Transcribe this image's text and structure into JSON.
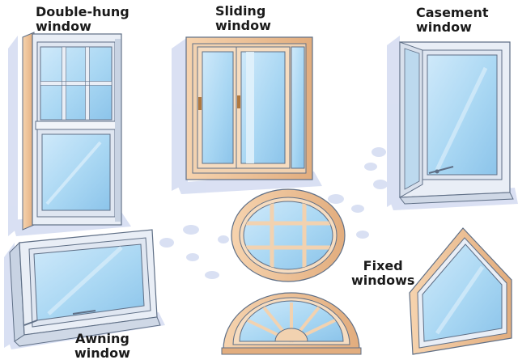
{
  "labels": {
    "double_hung": [
      "Double-hung",
      "window"
    ],
    "sliding": [
      "Sliding",
      "window"
    ],
    "casement": [
      "Casement",
      "window"
    ],
    "fixed": [
      "Fixed",
      "windows"
    ],
    "awning": [
      "Awning",
      "window"
    ]
  },
  "colors": {
    "frame_wood": "#efc49a",
    "frame_wood_dark": "#d9a374",
    "frame_vinyl": "#e9eef6",
    "frame_vinyl_dark": "#b9c6d8",
    "glass": "#a9d7f3",
    "glass_light": "#d8eefb",
    "shadow": "#cdd6ee",
    "outline": "#5f6f86",
    "text": "#1a1a1a"
  }
}
